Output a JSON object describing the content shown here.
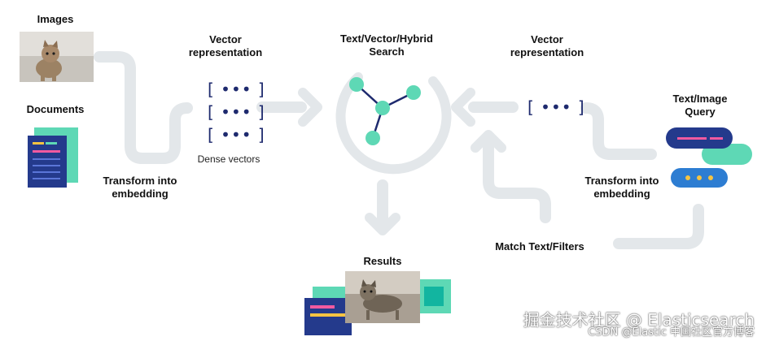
{
  "labels": {
    "images": "Images",
    "documents": "Documents",
    "vector_left": "Vector\nrepresentation",
    "dense": "Dense vectors",
    "transform_left": "Transform into\nembedding",
    "search": "Text/Vector/Hybrid\nSearch",
    "vector_right": "Vector\nrepresentation",
    "query": "Text/Image\nQuery",
    "transform_right": "Transform into\nembedding",
    "match": "Match Text/Filters",
    "results": "Results"
  },
  "vectors": {
    "item": "[ ••• ]"
  },
  "watermark": {
    "main": "掘金技术社区 @ Elasticsearch",
    "sub": "CSDN @Elastic 中国社区官方博客"
  },
  "colors": {
    "accent_teal": "#5ed8b5",
    "navy": "#243a8c",
    "dark_navy": "#1e2a6e",
    "pink": "#f25aa0",
    "yellow": "#f5c342",
    "blue": "#2d7dd2",
    "arrow_gray": "#e3e7ea"
  }
}
